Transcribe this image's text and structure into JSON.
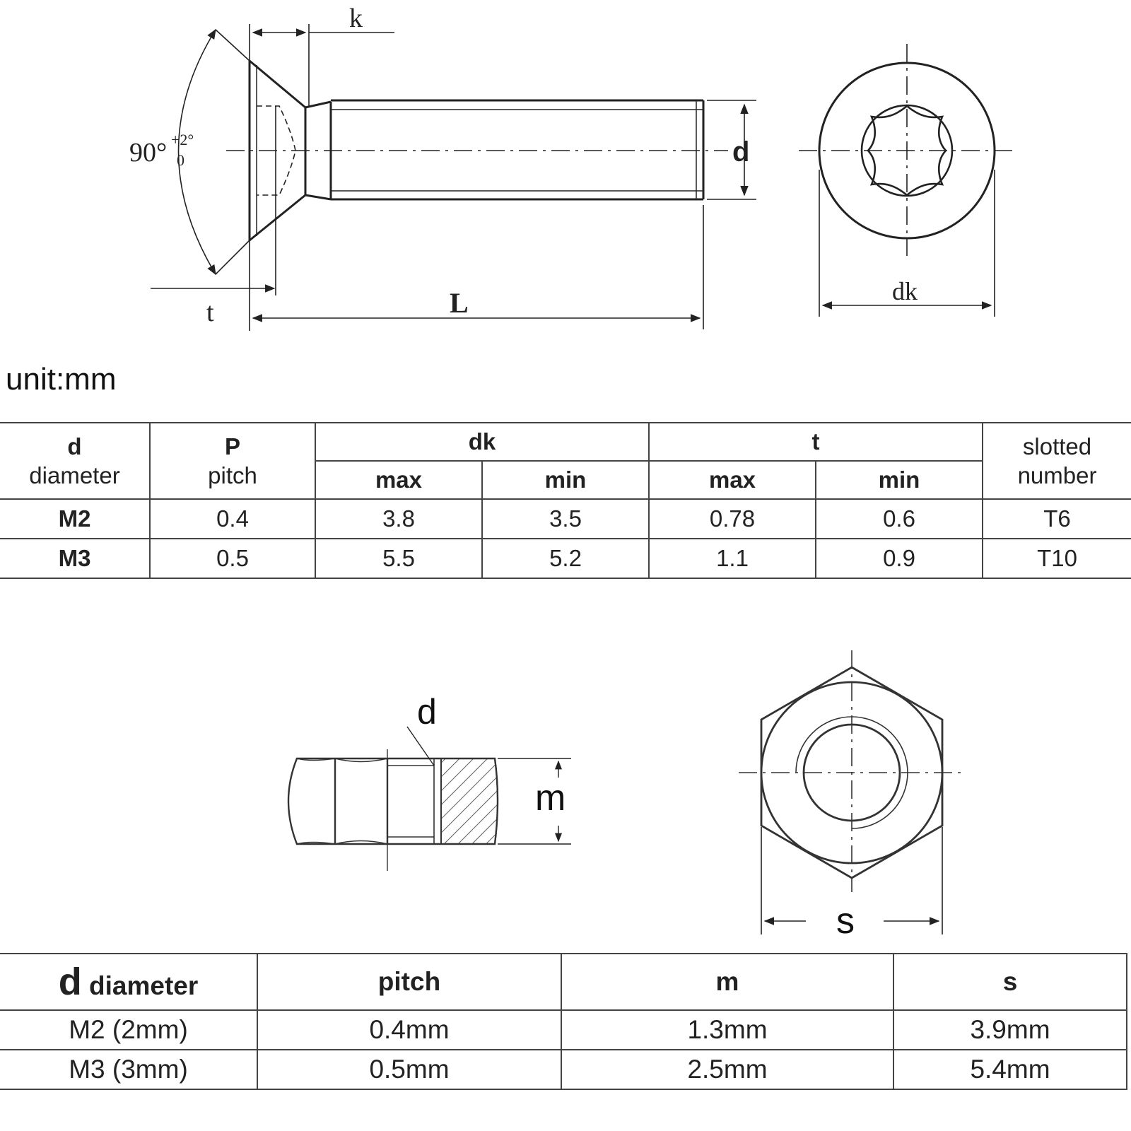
{
  "screw_diagram": {
    "angle_label": "90°",
    "angle_tol_upper": "+2°",
    "angle_tol_lower": "0",
    "k_label": "k",
    "d_label": "d",
    "t_label": "t",
    "L_label": "L",
    "dk_label": "dk"
  },
  "unit_label": "unit:mm",
  "screw_table": {
    "headers": {
      "d_symbol": "d",
      "d_text": "diameter",
      "p_symbol": "P",
      "p_text": "pitch",
      "dk": "dk",
      "t": "t",
      "max": "max",
      "min": "min",
      "slotted_line1": "slotted",
      "slotted_line2": "number"
    },
    "rows": [
      {
        "d": "M2",
        "p": "0.4",
        "dk_max": "3.8",
        "dk_min": "3.5",
        "t_max": "0.78",
        "t_min": "0.6",
        "slot": "T6"
      },
      {
        "d": "M3",
        "p": "0.5",
        "dk_max": "5.5",
        "dk_min": "5.2",
        "t_max": "1.1",
        "t_min": "0.9",
        "slot": "T10"
      }
    ]
  },
  "nut_diagram": {
    "d_label": "d",
    "m_label": "m",
    "s_label": "s"
  },
  "nut_table": {
    "headers": {
      "d_symbol": "d",
      "d_text": "diameter",
      "pitch": "pitch",
      "m": "m",
      "s": "s"
    },
    "rows": [
      {
        "d": "M2 (2mm)",
        "pitch": "0.4mm",
        "m": "1.3mm",
        "s": "3.9mm"
      },
      {
        "d": "M3 (3mm)",
        "pitch": "0.5mm",
        "m": "2.5mm",
        "s": "5.4mm"
      }
    ]
  }
}
